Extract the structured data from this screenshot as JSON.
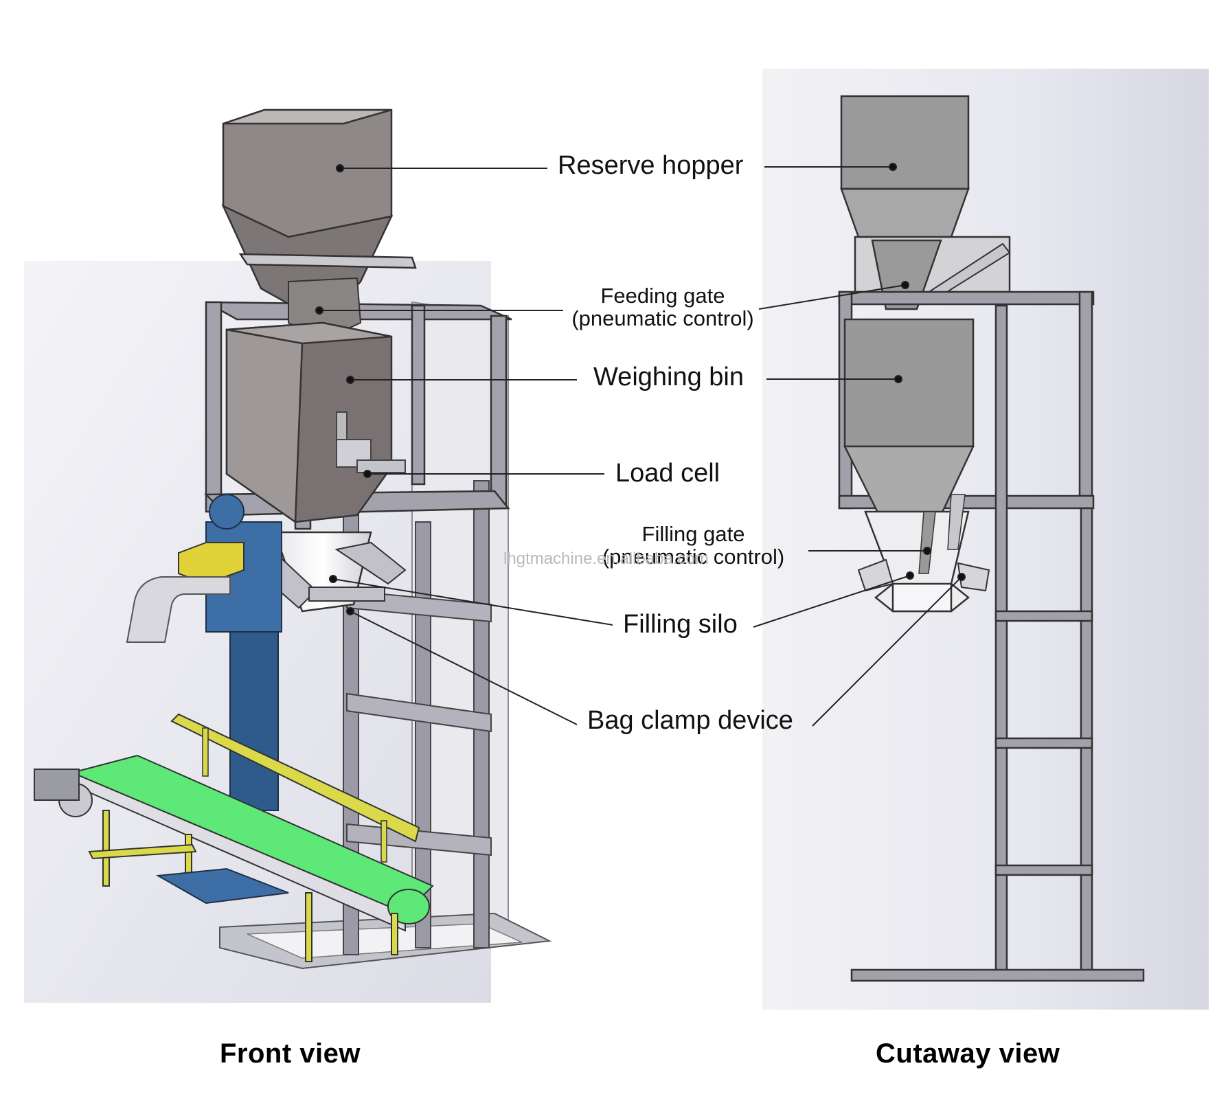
{
  "labels": {
    "reserve_hopper": "Reserve hopper",
    "feeding_gate_line1": "Feeding gate",
    "feeding_gate_line2": "(pneumatic control)",
    "weighing_bin": "Weighing bin",
    "load_cell": "Load cell",
    "filling_gate_line1": "Filling gate",
    "filling_gate_line2": "(pneumatic control)",
    "filling_silo": "Filling silo",
    "bag_clamp_device": "Bag clamp device"
  },
  "captions": {
    "front": "Front view",
    "cutaway": "Cutaway view"
  },
  "watermark": "lhgtmachine.en.alibaba.com",
  "colors": {
    "frame": "#8d8b96",
    "hopper": "#8e8888",
    "conveyor_belt": "#5ee878",
    "guard_rail": "#d9d94a",
    "column": "#2e5a8c",
    "bag_clamp": "#e2d23a"
  }
}
